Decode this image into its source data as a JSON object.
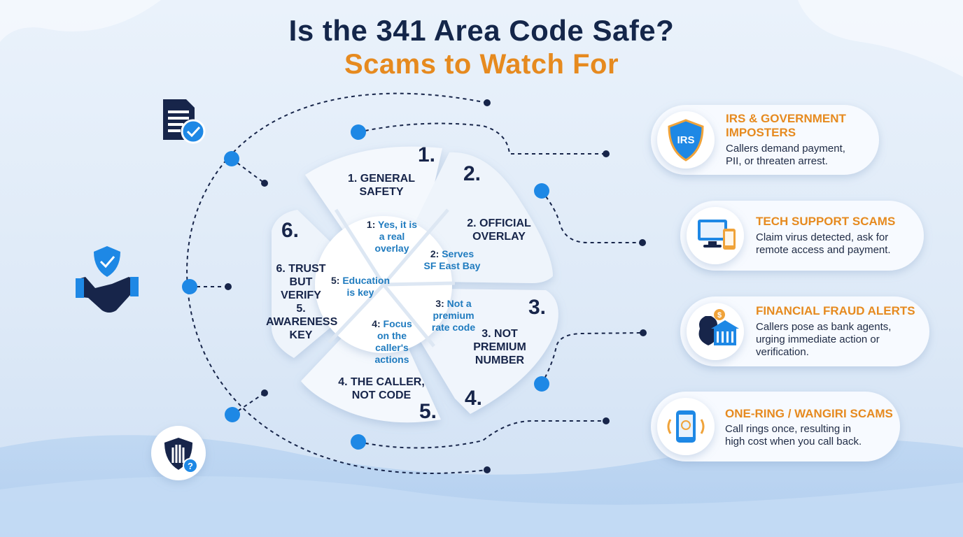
{
  "title": {
    "line1": "Is the 341 Area Code Safe?",
    "line2": "Scams to Watch For"
  },
  "colors": {
    "navy": "#17254a",
    "orange": "#e68a1f",
    "accent_blue": "#1e88e5",
    "inner_blue": "#1f7bbf"
  },
  "segments": [
    {
      "number": "1.",
      "label_lines": [
        "1. GENERAL",
        "SAFETY"
      ],
      "note_num": "1:",
      "note_lines": [
        "Yes, it is",
        "a real",
        "overlay"
      ]
    },
    {
      "number": "2.",
      "label_lines": [
        "2. OFFICIAL",
        "OVERLAY"
      ],
      "note_num": "2:",
      "note_lines": [
        "Serves",
        "SF East Bay"
      ]
    },
    {
      "number": "3.",
      "label_lines": [
        "3. NOT",
        "PREMIUM",
        "NUMBER"
      ],
      "note_num": "3:",
      "note_lines": [
        "Not a",
        "premium",
        "rate code"
      ]
    },
    {
      "number": "4.",
      "label_lines": [],
      "note_num": "4:",
      "note_lines": [
        "Focus",
        "on the",
        "caller's",
        "actions"
      ]
    },
    {
      "number": "5.",
      "label_lines": [
        "4. THE CALLER,",
        "NOT CODE"
      ],
      "note_num": "5:",
      "note_lines": [
        "Education",
        "is key"
      ]
    },
    {
      "number": "6.",
      "label_lines": [
        "6. TRUST",
        "BUT",
        "VERIFY",
        "5.",
        "AWARENESS",
        "KEY"
      ],
      "note_num": "",
      "note_lines": []
    }
  ],
  "left_icons": [
    "document-check-icon",
    "handshake-shield-icon",
    "stop-hand-question-icon"
  ],
  "cards": [
    {
      "icon": "irs-shield-icon",
      "icon_text": "IRS",
      "title_lines": [
        "IRS & GOVERNMENT",
        "IMPOSTERS"
      ],
      "text_lines": [
        "Callers demand payment,",
        "PII, or threaten arrest."
      ]
    },
    {
      "icon": "computer-phone-icon",
      "icon_text": "",
      "title_lines": [
        "TECH SUPPORT SCAMS"
      ],
      "text_lines": [
        "Claim virus detected, ask for",
        "remote access and payment."
      ]
    },
    {
      "icon": "bank-money-icon",
      "icon_text": "$",
      "title_lines": [
        "FINANCIAL FRAUD ALERTS"
      ],
      "text_lines": [
        "Callers pose as bank agents,",
        "urging immediate action or",
        "verification."
      ]
    },
    {
      "icon": "ringing-phone-icon",
      "icon_text": "",
      "title_lines": [
        "ONE-RING / WANGIRI SCAMS"
      ],
      "text_lines": [
        "Call rings once, resulting in",
        "high cost when you call back."
      ]
    }
  ]
}
